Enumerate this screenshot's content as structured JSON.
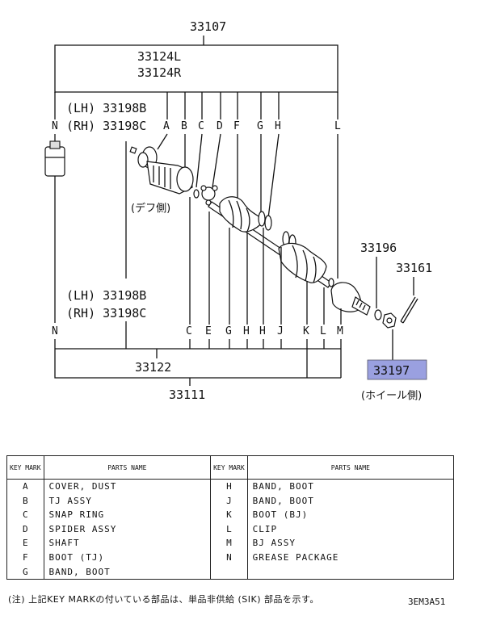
{
  "diagram": {
    "part_numbers": {
      "top_assembly": "33107",
      "inner_lh": "33124L",
      "inner_rh": "33124R",
      "cover_lh_top": "(LH) 33198B",
      "cover_rh_top": "(RH) 33198C",
      "cover_lh_bottom": "(LH) 33198B",
      "cover_rh_bottom": "(RH) 33198C",
      "nut": "33196",
      "pin": "33161",
      "mid_assembly": "33122",
      "bottom_assembly": "33111",
      "washer_highlighted": "33197"
    },
    "top_key_letters": [
      "N",
      "A",
      "B",
      "C",
      "D",
      "F",
      "G",
      "H",
      "L"
    ],
    "bottom_key_letters": [
      "N",
      "C",
      "E",
      "G",
      "H",
      "H",
      "J",
      "K",
      "L",
      "M"
    ],
    "diff_side_label": "(デフ側)",
    "wheel_side_label": "(ホイール側)",
    "highlight_color": "#9aa0e0"
  },
  "table": {
    "headers": {
      "key_mark": "KEY MARK",
      "parts_name": "PARTS NAME"
    },
    "rows": [
      {
        "left_key": "A",
        "left_name": "COVER, DUST",
        "right_key": "H",
        "right_name": "BAND, BOOT"
      },
      {
        "left_key": "B",
        "left_name": "TJ ASSY",
        "right_key": "J",
        "right_name": "BAND, BOOT"
      },
      {
        "left_key": "C",
        "left_name": "SNAP RING",
        "right_key": "K",
        "right_name": "BOOT (BJ)"
      },
      {
        "left_key": "D",
        "left_name": "SPIDER ASSY",
        "right_key": "L",
        "right_name": "CLIP"
      },
      {
        "left_key": "E",
        "left_name": "SHAFT",
        "right_key": "M",
        "right_name": "BJ ASSY"
      },
      {
        "left_key": "F",
        "left_name": "BOOT (TJ)",
        "right_key": "N",
        "right_name": "GREASE PACKAGE"
      },
      {
        "left_key": "G",
        "left_name": "BAND, BOOT",
        "right_key": "",
        "right_name": ""
      }
    ]
  },
  "footer": {
    "note": "(注) 上記KEY MARKの付いている部品は、単品非供給 (SIK) 部品を示す。",
    "doc_code": "3EM3A51"
  }
}
